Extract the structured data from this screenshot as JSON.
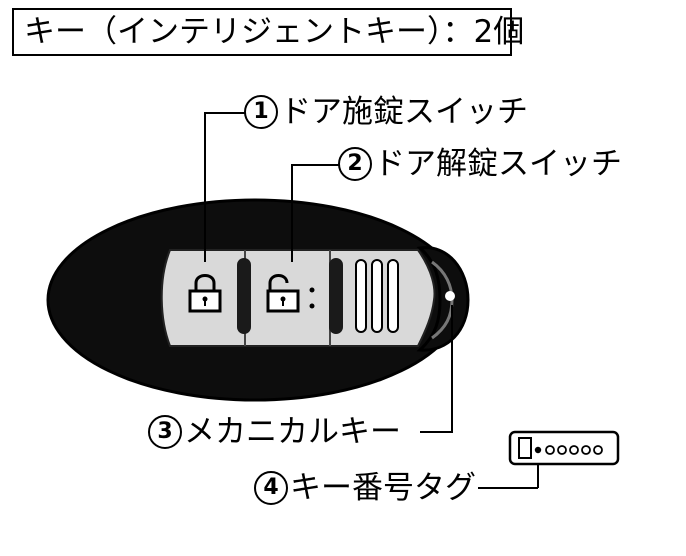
{
  "title": "キー（インテリジェントキー）：2個",
  "callouts": [
    {
      "number": "1",
      "label": "ドア施錠スイッチ"
    },
    {
      "number": "2",
      "label": "ドア解錠スイッチ"
    },
    {
      "number": "3",
      "label": "メカニカルキー"
    },
    {
      "number": "4",
      "label": "キー番号タグ"
    }
  ],
  "colors": {
    "key_body": "#0d0d0d",
    "button_panel": "#d9d9d9",
    "line": "#000000"
  },
  "icons": [
    "lock-icon",
    "unlock-icon"
  ]
}
